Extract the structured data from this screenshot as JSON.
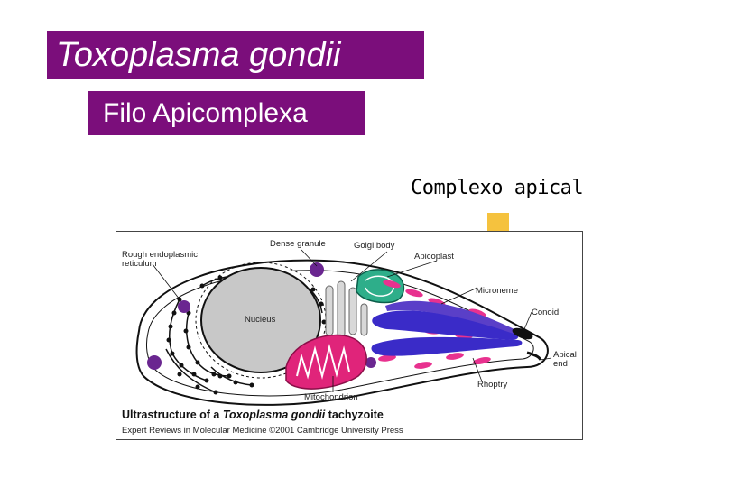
{
  "title": "Toxoplasma gondii",
  "subtitle": "Filo Apicomplexa",
  "callout": "Complexo apical",
  "figure": {
    "labels": {
      "rough_er_line1": "Rough endoplasmic",
      "rough_er_line2": "reticulum",
      "dense_granule": "Dense granule",
      "golgi_body": "Golgi body",
      "apicoplast": "Apicoplast",
      "microneme": "Microneme",
      "conoid": "Conoid",
      "apical_end_line1": "Apical",
      "apical_end_line2": "end",
      "nucleus": "Nucleus",
      "rhoptry": "Rhoptry",
      "mitochondrion": "Mitochondrion"
    },
    "caption_prefix": "Ultrastructure of a ",
    "caption_species": "Toxoplasma gondii",
    "caption_suffix": " tachyzoite",
    "credit": "Expert Reviews in Molecular Medicine ©2001 Cambridge University Press"
  },
  "colors": {
    "title_bg": "#7b0e7b",
    "arrow": "#f5c23e",
    "nucleus": "#c8c8c8",
    "dense_granule": "#6a2690",
    "apicoplast": "#2eae8a",
    "micronemes": "#e8318f",
    "rhoptries": "#3a2bc8",
    "mitochondrion": "#e0247a"
  }
}
